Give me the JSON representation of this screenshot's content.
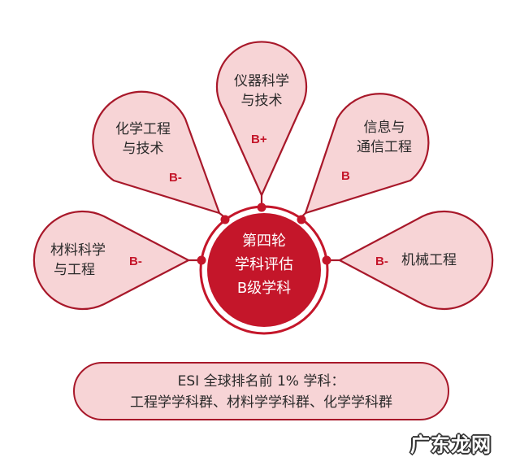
{
  "colors": {
    "primary_red": "#c4162a",
    "dark_red_stroke": "#a8182a",
    "petal_fill": "#f7d4d6",
    "text": "#2a2a2a"
  },
  "center": {
    "line1": "第四轮",
    "line2": "学科评估",
    "line3": "B级学科"
  },
  "petals": [
    {
      "position": "top",
      "line1": "仪器科学",
      "line2": "与技术",
      "grade": "B+"
    },
    {
      "position": "upper-left",
      "line1": "化学工程",
      "line2": "与技术",
      "grade": "B-"
    },
    {
      "position": "upper-right",
      "line1": "信息与",
      "line2": "通信工程",
      "grade": "B"
    },
    {
      "position": "left",
      "line1": "材料科学",
      "line2": "与工程",
      "grade": "B-"
    },
    {
      "position": "right",
      "line1": "机械工程",
      "line2": "",
      "grade": "B-"
    }
  ],
  "esi": {
    "line1": "ESI 全球排名前 1% 学科：",
    "line2": "工程学学科群、材料学学科群、化学学科群"
  },
  "watermark": "广东龙网"
}
